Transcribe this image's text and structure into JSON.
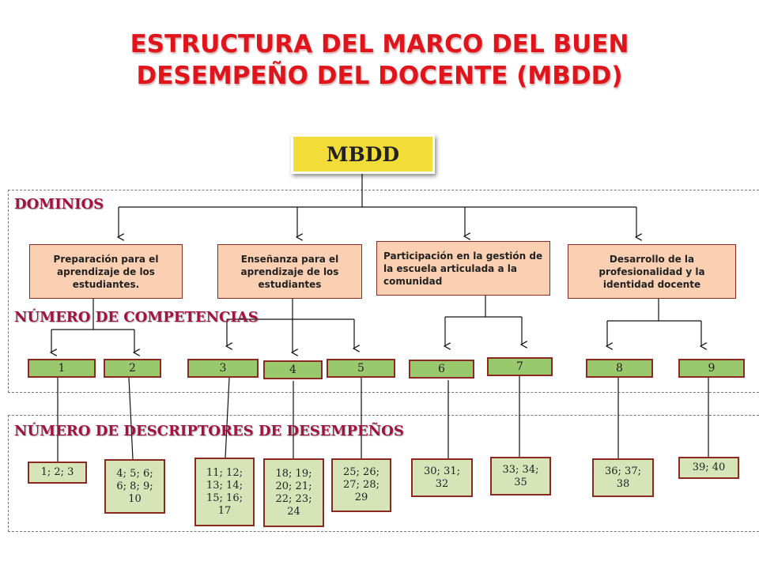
{
  "title": {
    "line1": "ESTRUCTURA DEL MARCO DEL BUEN",
    "line2": "DESEMPEÑO DEL DOCENTE (MBDD)"
  },
  "root": "MBDD",
  "sections": {
    "dominios": "DOMINIOS",
    "competencias": "NÚMERO DE COMPETENCIAS",
    "descriptores": "NÚMERO DE DESCRIPTORES DE DESEMPEÑOS"
  },
  "domains": [
    "Preparación para el aprendizaje de los estudiantes.",
    "Enseñanza para el aprendizaje de los estudiantes",
    "Participación en la gestión de la escuela articulada a la comunidad",
    "Desarrollo de la profesionalidad y la identidad docente"
  ],
  "competencies": [
    "1",
    "2",
    "3",
    "4",
    "5",
    "6",
    "7",
    "8",
    "9"
  ],
  "descriptors": [
    "1; 2; 3",
    "4; 5; 6;\n6; 8; 9;\n10",
    "11; 12;\n13; 14;\n15; 16;\n17",
    "18; 19;\n20; 21;\n22; 23;\n24",
    "25; 26;\n27; 28;\n29",
    "30; 31;\n32",
    "33; 34;\n35",
    "36; 37;\n38",
    "39; 40"
  ],
  "colors": {
    "title": "#e0141b",
    "section_label": "#a0143f",
    "root_fill": "#f2dd38",
    "domain_fill": "#fbd0b2",
    "competency_fill": "#9ac86c",
    "descriptor_fill": "#d6e4b8",
    "box_border": "#8a2a20"
  }
}
